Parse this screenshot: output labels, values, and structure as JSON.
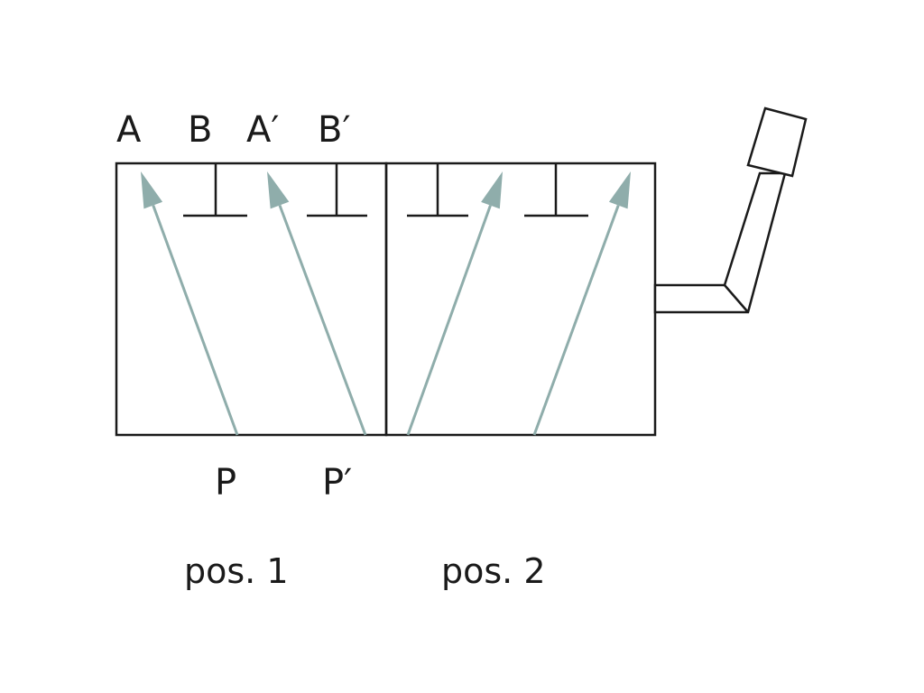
{
  "ports": {
    "a": "A",
    "b": "B",
    "a_prime": "A′",
    "b_prime": "B′",
    "p": "P",
    "p_prime": "P′"
  },
  "positions": {
    "pos1": "pos. 1",
    "pos2": "pos. 2"
  },
  "colors": {
    "flow_arrow": "#8fadab",
    "outline": "#1a1a1a"
  },
  "icons": {
    "actuator": "lever-handle-icon",
    "flow": "flow-arrow-icon",
    "blocked": "blocked-port-icon"
  }
}
